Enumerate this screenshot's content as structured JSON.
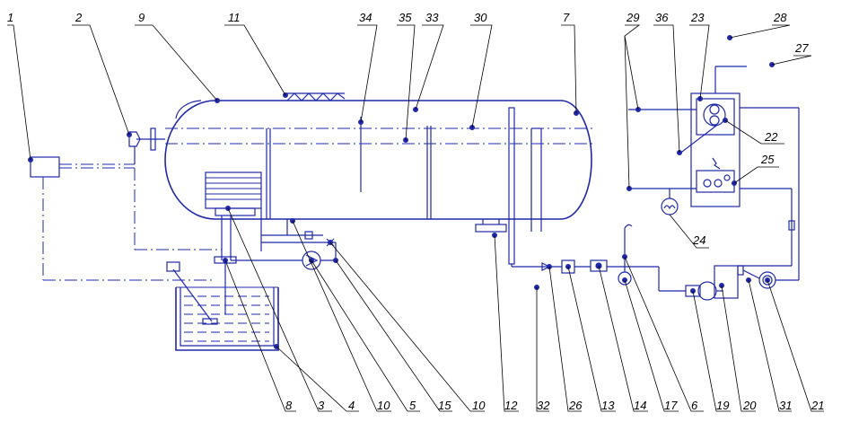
{
  "colors": {
    "line": "#1f28a8",
    "label": "#000000",
    "background": "#ffffff"
  },
  "labels": {
    "top": [
      "1",
      "2",
      "9",
      "11",
      "34",
      "35",
      "33",
      "30",
      "7",
      "29",
      "36",
      "23",
      "28",
      "27"
    ],
    "right": [
      "22",
      "25",
      "24"
    ],
    "bottom": [
      "8",
      "3",
      "4",
      "10",
      "5",
      "15",
      "10",
      "12",
      "32",
      "26",
      "13",
      "14",
      "17",
      "6",
      "19",
      "20",
      "31",
      "21"
    ]
  }
}
